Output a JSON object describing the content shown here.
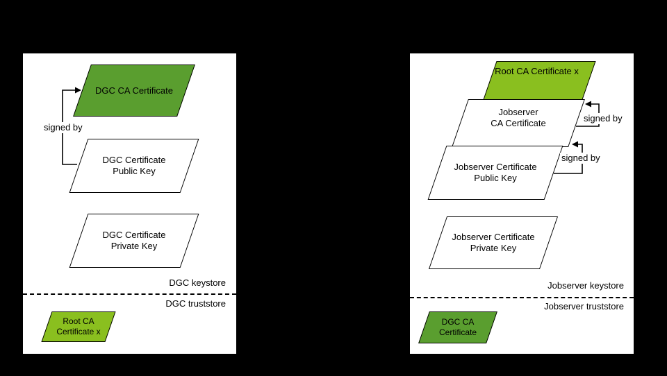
{
  "colors": {
    "bg": "#000000",
    "panel": "#ffffff",
    "green_dark": "#5a9e2f",
    "green_lime": "#8abf1f",
    "ink": "#000000"
  },
  "left": {
    "ca_cert": "DGC CA Certificate",
    "public_key": [
      "DGC Certificate",
      "Public Key"
    ],
    "private_key": [
      "DGC Certificate",
      "Private Key"
    ],
    "root_ca": [
      "Root CA",
      "Certificate x"
    ],
    "signed_by": "signed by",
    "keystore": "DGC keystore",
    "truststore": "DGC truststore"
  },
  "right": {
    "root_ca": "Root CA Certificate x",
    "ca_cert": [
      "Jobserver",
      "CA Certificate"
    ],
    "public_key": [
      "Jobserver Certificate",
      "Public Key"
    ],
    "private_key": [
      "Jobserver Certificate",
      "Private Key"
    ],
    "signed_by_top": "signed by",
    "signed_by_bottom": "signed by",
    "keystore": "Jobserver keystore",
    "truststore": "Jobserver truststore",
    "dgc_ca": [
      "DGC CA",
      "Certificate"
    ]
  }
}
